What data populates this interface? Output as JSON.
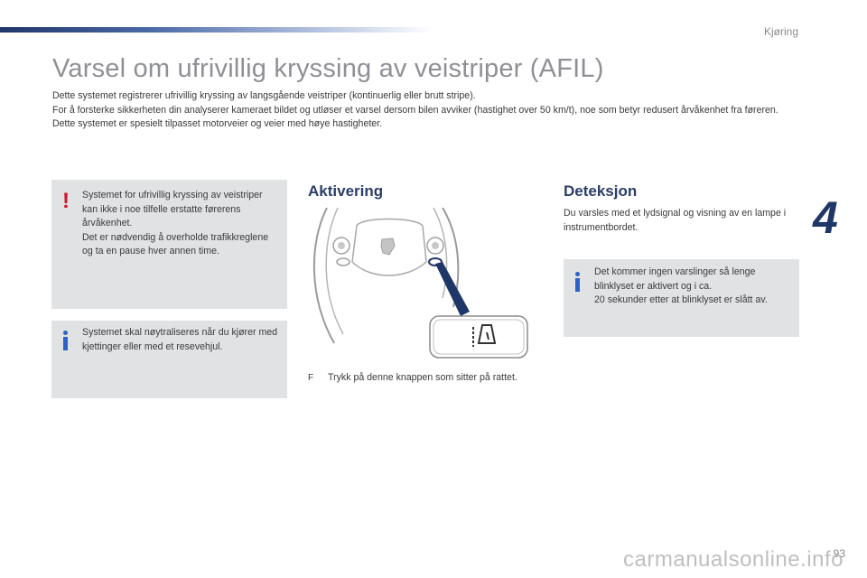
{
  "header": {
    "section_label": "Kjøring",
    "title": "Varsel om ufrivillig kryssing av veistriper (AFIL)",
    "chapter_number": "4"
  },
  "intro": {
    "line1": "Dette systemet registrerer ufrivillig kryssing av langsgående veistriper (kontinuerlig eller brutt stripe).",
    "line2": "For å forsterke sikkerheten din analyserer kameraet bildet og utløser et varsel dersom bilen avviker (hastighet over 50 km/t), noe som betyr redusert årvåkenhet fra føreren.",
    "line3": "Dette systemet er spesielt tilpasset motorveier og veier med høye hastigheter."
  },
  "warning_box": {
    "icon": "warning-exclamation-icon",
    "line1": "Systemet for ufrivillig kryssing av veistriper kan ikke i noe tilfelle erstatte førerens årvåkenhet.",
    "line2": "Det er nødvendig å overholde trafikkreglene og ta en pause hver annen time."
  },
  "info_box_left": {
    "icon": "info-icon",
    "text": "Systemet skal nøytraliseres når du kjører med kjettinger eller med et resevehjul."
  },
  "activation": {
    "heading": "Aktivering",
    "bullet": "F",
    "instruction": "Trykk på denne knappen som sitter på rattet."
  },
  "detection": {
    "heading": "Deteksjon",
    "text": "Du varsles med et lydsignal og visning av en lampe i instrumentbordet.",
    "info_icon": "info-icon",
    "info_line1": "Det kommer ingen varslinger så lenge blinklyset er aktivert og i ca.",
    "info_line2": "20 sekunder etter at blinklyset er slått av."
  },
  "footer": {
    "page_number": "93",
    "watermark": "carmanualsonline.info"
  },
  "colors": {
    "title_gray": "#8e9095",
    "heading_navy": "#2b3e6a",
    "box_gray": "#e1e2e4",
    "warning_red": "#d0142a",
    "info_blue": "#2b63c8",
    "pointer_navy": "#1f3668"
  }
}
